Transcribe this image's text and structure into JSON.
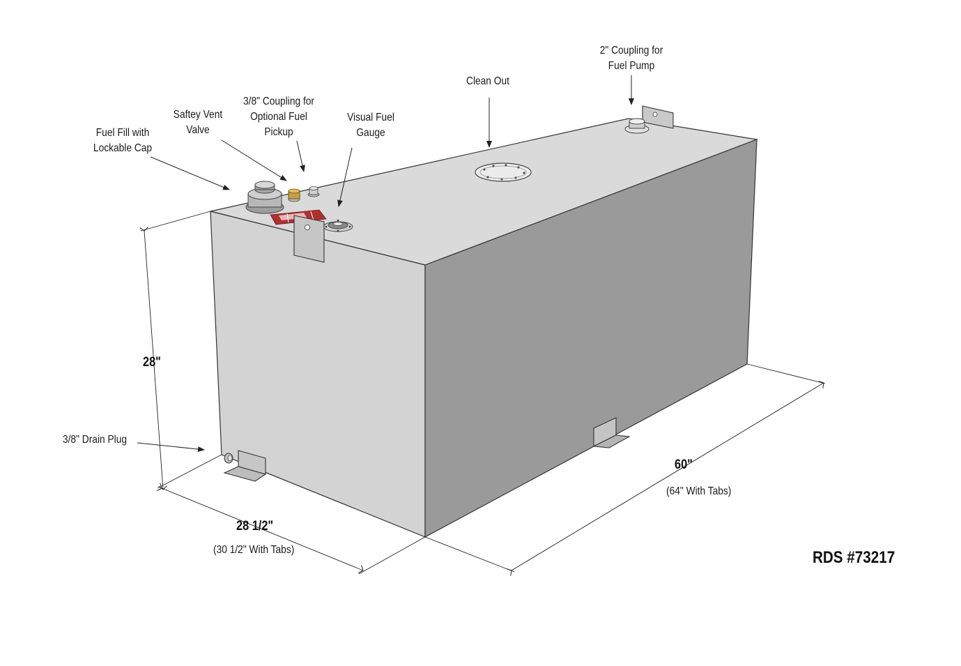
{
  "callouts": {
    "fuel_pump": [
      "2\" Coupling for",
      "Fuel Pump"
    ],
    "clean_out": [
      "Clean Out"
    ],
    "coupling_optional": [
      "3/8\" Coupling for",
      "Optional Fuel",
      "Pickup"
    ],
    "vent_valve": [
      "Saftey Vent",
      "Valve"
    ],
    "fuel_gauge": [
      "Visual Fuel",
      "Gauge"
    ],
    "fuel_fill": [
      "Fuel Fill with",
      "Lockable Cap"
    ],
    "drain_plug": [
      "3/8\" Drain Plug"
    ]
  },
  "dimensions": {
    "height": "28\"",
    "width": "28 1/2\"",
    "width_with_tabs": "(30 1/2\" With Tabs)",
    "length": "60\"",
    "length_with_tabs": "(64\" With Tabs)"
  },
  "model": "RDS #73217",
  "colors": {
    "tank_top": "#dadada",
    "tank_front": "#d3d3d3",
    "tank_side": "#9a9a9a",
    "outline": "#333333",
    "label_red": "#b03030"
  }
}
